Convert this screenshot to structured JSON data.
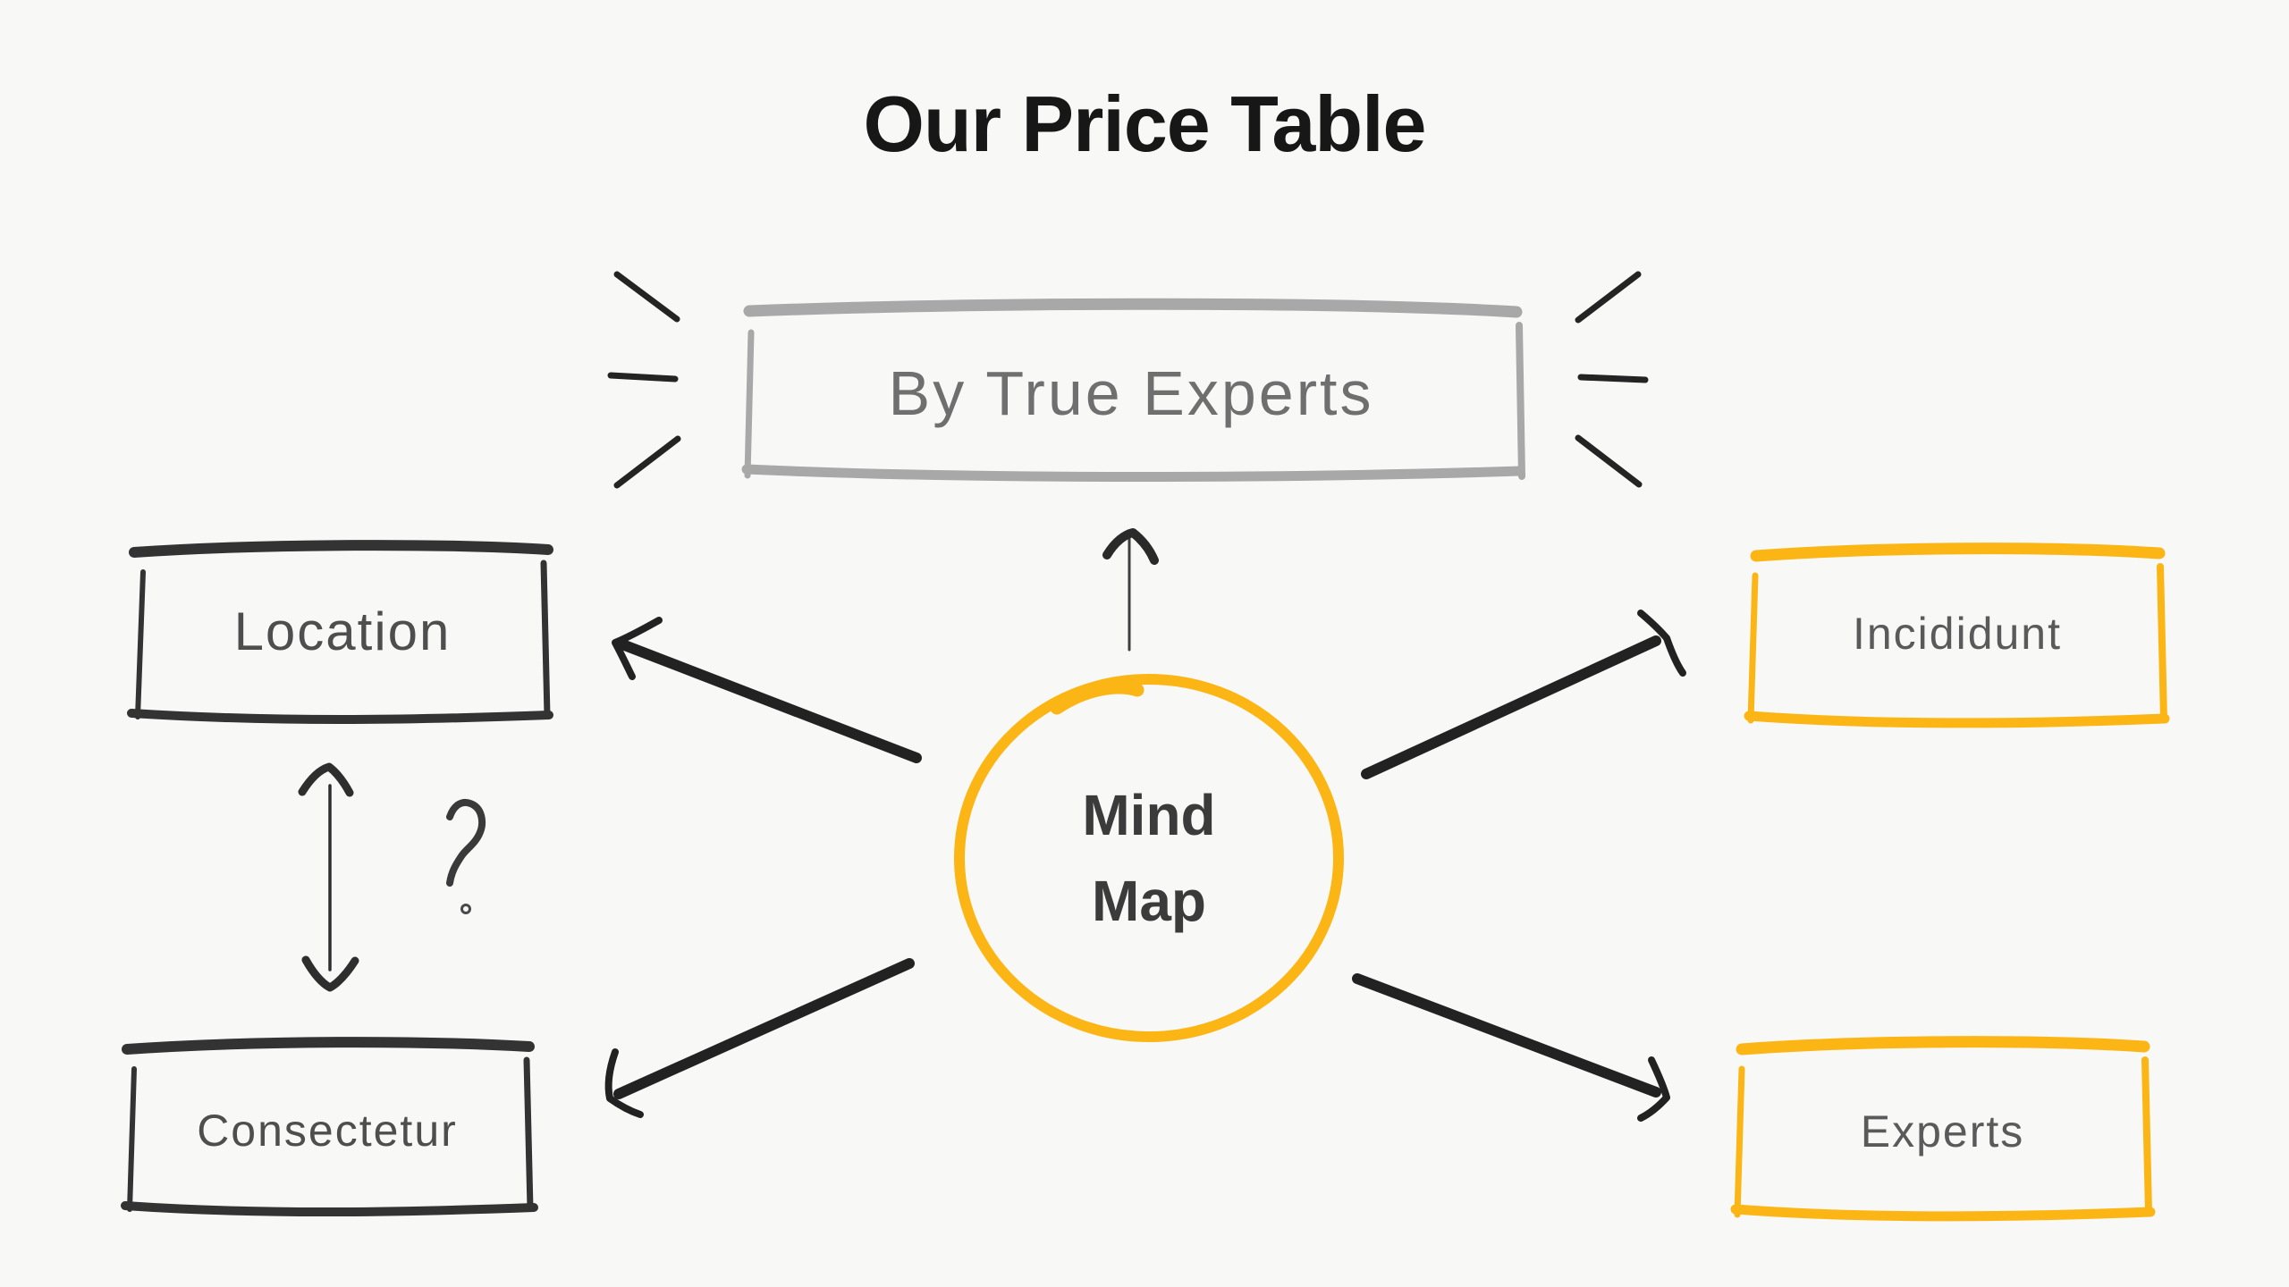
{
  "page": {
    "title": "Our Price Table"
  },
  "center_node": {
    "id": "mind-map",
    "line1": "Mind",
    "line2": "Map",
    "shape": "hand-drawn-circle",
    "border_color": "#FBB615"
  },
  "nodes": {
    "top": {
      "id": "by-true-experts",
      "label": "By True Experts",
      "border_color": "#A8A8A8",
      "style": "gray"
    },
    "left_top": {
      "id": "location",
      "label": "Location",
      "border_color": "#333333",
      "style": "dark"
    },
    "left_bottom": {
      "id": "consectetur",
      "label": "Consectetur",
      "border_color": "#333333",
      "style": "dark"
    },
    "right_top": {
      "id": "incididunt",
      "label": "Incididunt",
      "border_color": "#FBB615",
      "style": "yellow"
    },
    "right_bottom": {
      "id": "experts",
      "label": "Experts",
      "border_color": "#FBB615",
      "style": "yellow"
    }
  },
  "edges": [
    {
      "from": "mind-map",
      "to": "by-true-experts",
      "type": "thin-arrow"
    },
    {
      "from": "mind-map",
      "to": "location",
      "type": "arrow"
    },
    {
      "from": "mind-map",
      "to": "consectetur",
      "type": "arrow"
    },
    {
      "from": "mind-map",
      "to": "incididunt",
      "type": "arrow"
    },
    {
      "from": "mind-map",
      "to": "experts",
      "type": "arrow"
    },
    {
      "from": "location",
      "to": "consectetur",
      "type": "double-arrow"
    }
  ],
  "annotations": {
    "question_mark": "?",
    "burst_left_strokes": 3,
    "burst_right_strokes": 3
  },
  "colors": {
    "background": "#F8F8F6",
    "accent_yellow": "#FBB615",
    "sketch_dark": "#2A2A2A",
    "box_dark": "#333333",
    "sketch_gray": "#A8A8A8",
    "top_label_gray": "#6F6F6F",
    "label_gray": "#555555",
    "title_color": "#171717"
  }
}
